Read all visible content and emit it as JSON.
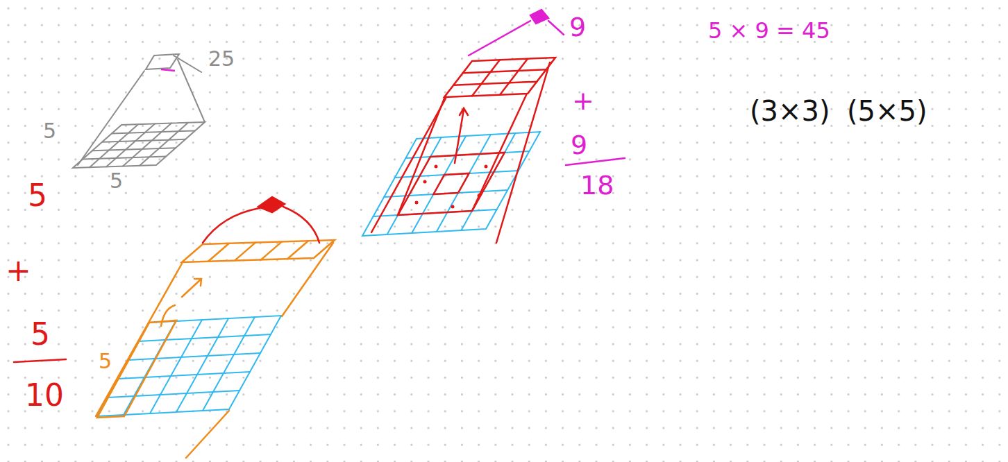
{
  "diagram": {
    "labels": [
      "25",
      "5",
      "5",
      "9",
      "+",
      "9",
      "18",
      "5 × 9 = 45",
      "(3×3)",
      "(5×5)",
      "5",
      "+",
      "5",
      "10",
      "5"
    ]
  }
}
